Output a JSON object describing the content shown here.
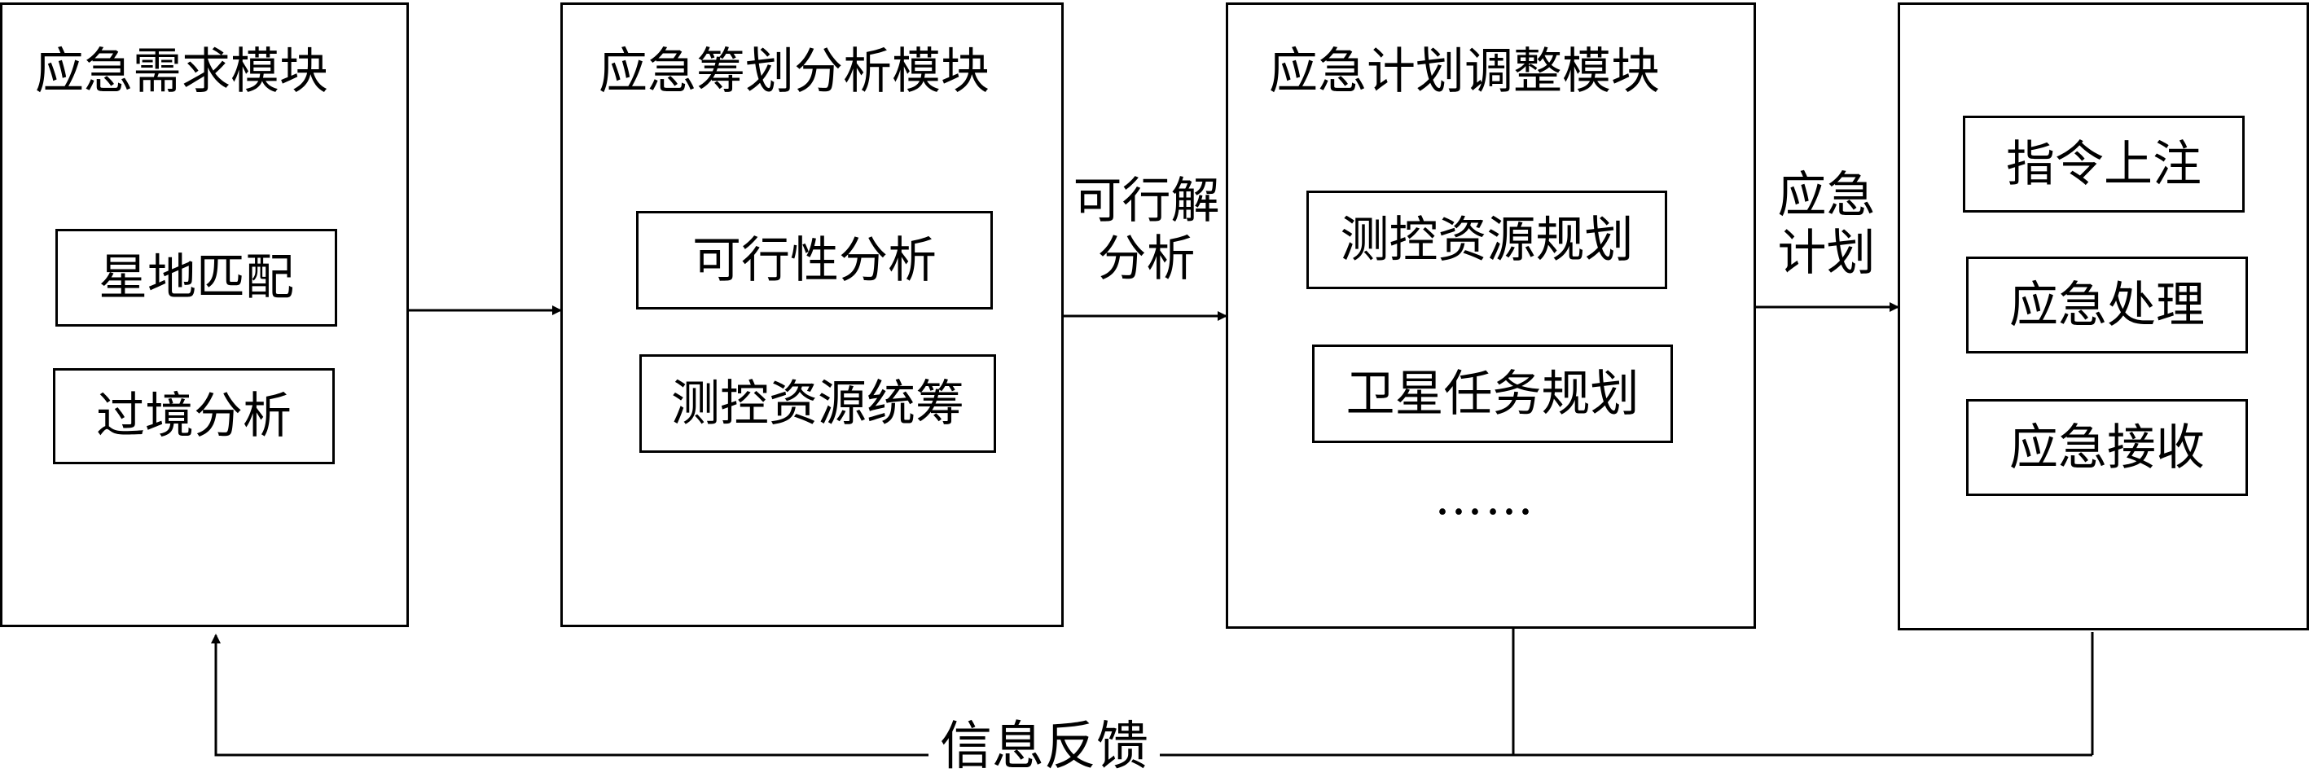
{
  "modules": {
    "demand": {
      "title": "应急需求模块",
      "items": [
        "星地匹配",
        "过境分析"
      ]
    },
    "planning": {
      "title": "应急筹划分析模块",
      "items": [
        "可行性分析",
        "测控资源统筹"
      ]
    },
    "adjust": {
      "title": "应急计划调整模块",
      "items": [
        "测控资源规划",
        "卫星任务规划"
      ],
      "ellipsis": "……"
    },
    "execute": {
      "items": [
        "指令上注",
        "应急处理",
        "应急接收"
      ]
    }
  },
  "edges": {
    "feasible_solution": [
      "可行解",
      "分析"
    ],
    "emergency_plan": [
      "应急",
      "计划"
    ],
    "feedback": "信息反馈"
  }
}
